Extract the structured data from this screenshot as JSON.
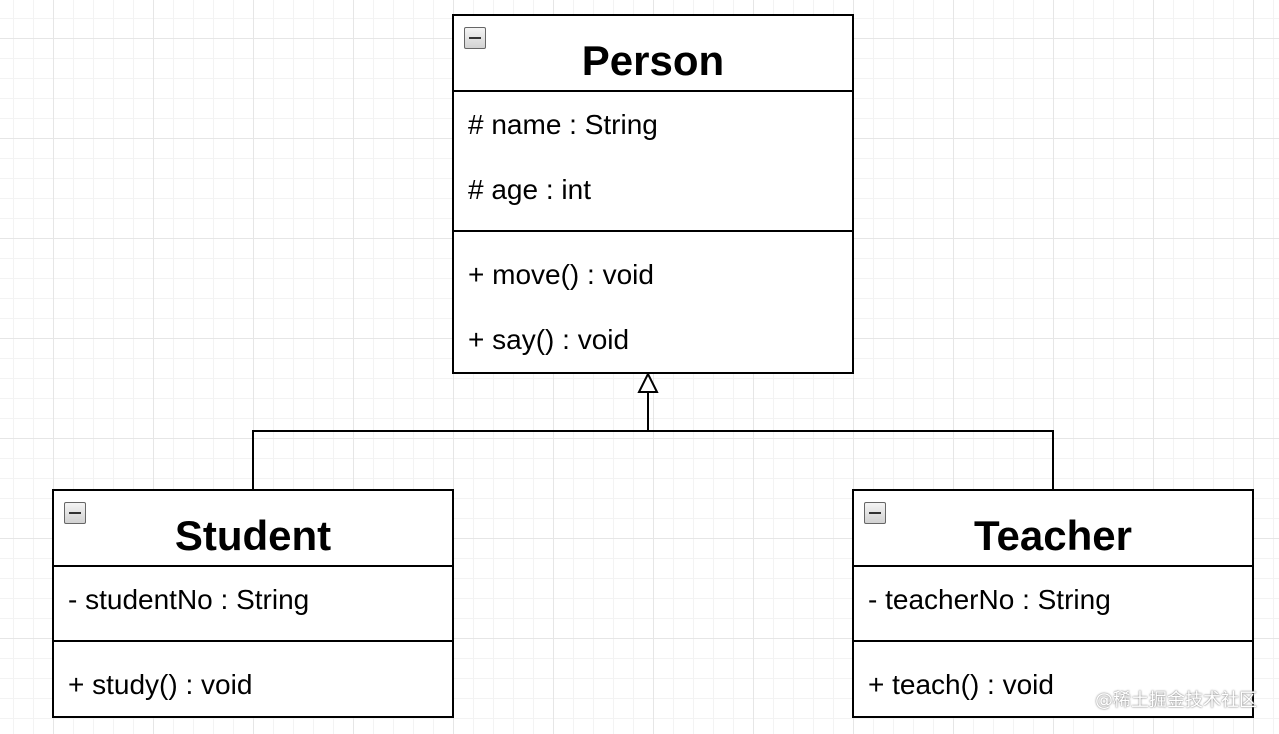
{
  "diagram": {
    "classes": {
      "person": {
        "name": "Person",
        "attributes": [
          "# name : String",
          "# age : int"
        ],
        "methods": [
          "+ move() : void",
          "+ say() : void"
        ]
      },
      "student": {
        "name": "Student",
        "attributes": [
          "- studentNo : String"
        ],
        "methods": [
          "+ study() : void"
        ]
      },
      "teacher": {
        "name": "Teacher",
        "attributes": [
          "- teacherNo : String"
        ],
        "methods": [
          "+ teach() : void"
        ]
      }
    },
    "relationships": [
      {
        "type": "generalization",
        "from": "Student",
        "to": "Person"
      },
      {
        "type": "generalization",
        "from": "Teacher",
        "to": "Person"
      }
    ]
  },
  "icons": {
    "collapse": "collapse-minus-icon",
    "inheritance_arrow": "hollow-triangle-arrow"
  },
  "watermark": "@稀土掘金技术社区",
  "colors": {
    "background": "#ffffff",
    "grid": "#e6e6e6",
    "line": "#000000"
  }
}
